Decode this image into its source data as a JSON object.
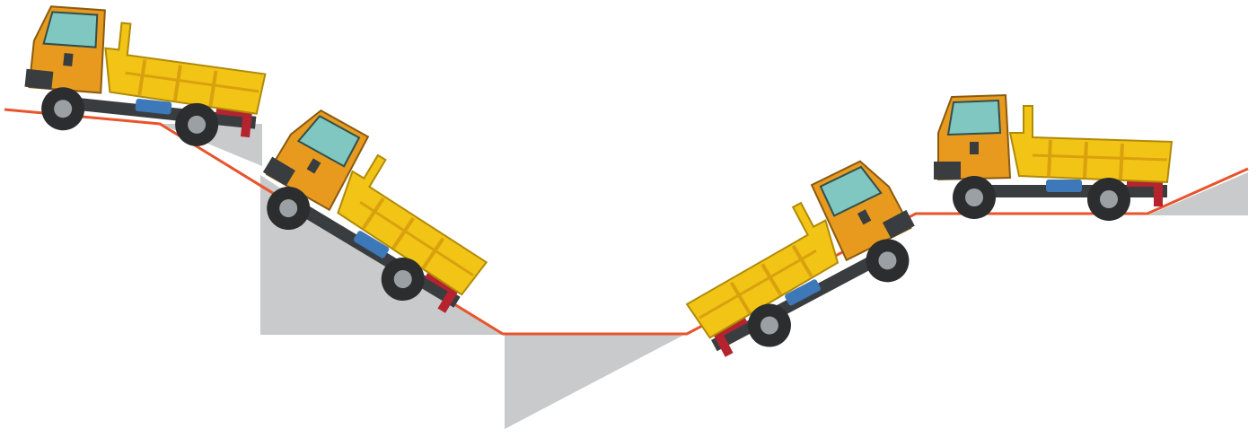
{
  "scene": {
    "description_visible_text": "",
    "colors": {
      "background": "#ffffff",
      "terrain_line": "#e8542c",
      "angle_wedge": "#c8cacb",
      "truck_cab": "#e89a1f",
      "truck_body": "#f2c416",
      "truck_body_rib": "#d9a10e",
      "window": "#7fc7c0",
      "chassis": "#3a3d40",
      "tyre": "#2b2d2f",
      "hub": "#9aa0a4",
      "accent_red": "#b5232e",
      "accent_blue": "#3d78b8"
    },
    "trucks": [
      {
        "name": "truck-descending-gentle",
        "direction": "descending",
        "slope": "gentle"
      },
      {
        "name": "truck-descending-steep",
        "direction": "descending",
        "slope": "steep"
      },
      {
        "name": "truck-ascending-steep",
        "direction": "ascending",
        "slope": "steep"
      },
      {
        "name": "truck-level",
        "direction": "level",
        "slope": "flat"
      }
    ]
  }
}
